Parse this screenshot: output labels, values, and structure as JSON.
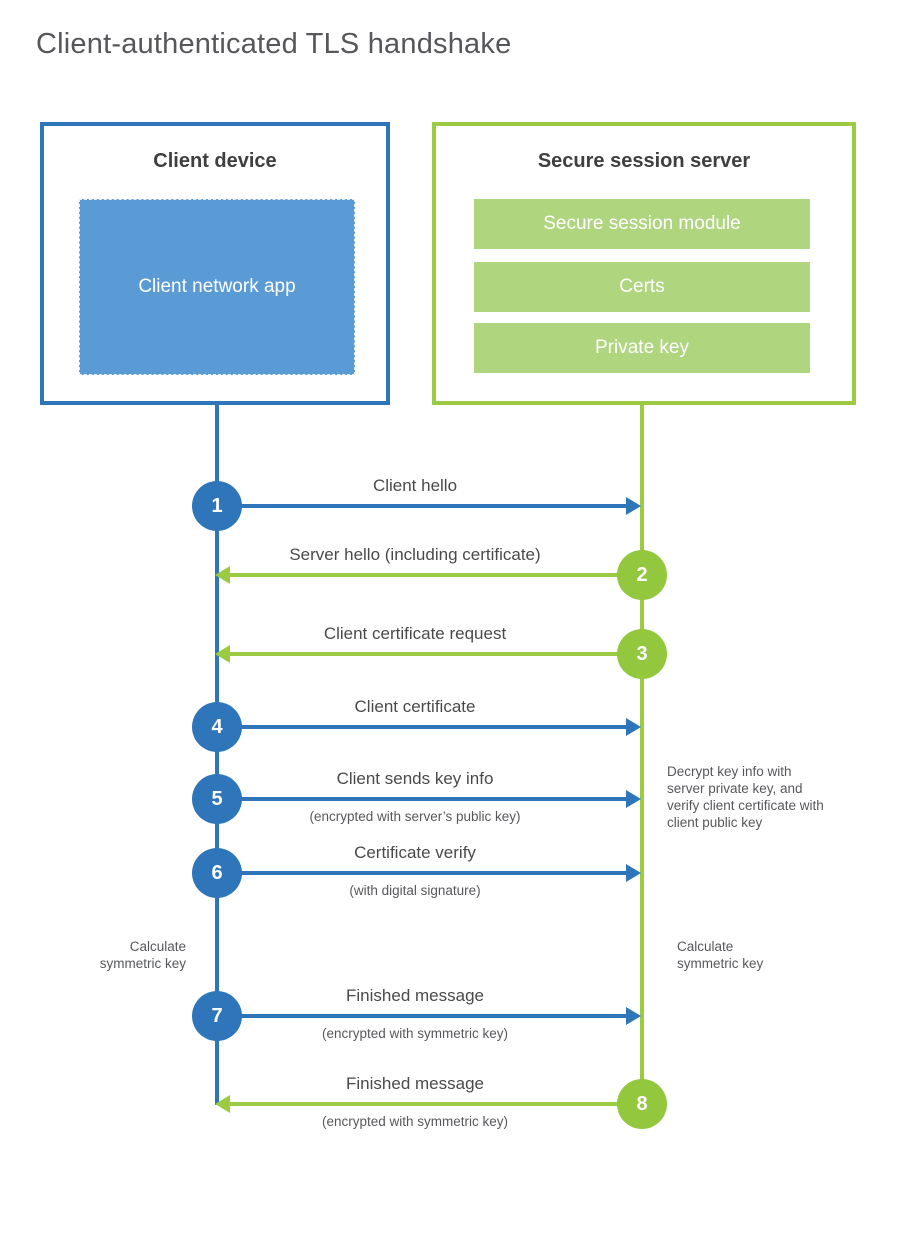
{
  "title": "Client-authenticated TLS handshake",
  "colors": {
    "blue": "#2E76B9",
    "blue_fill": "#5B9BD5",
    "green": "#9BCB43",
    "green_circle": "#92C73E",
    "green_fill": "#AFD67F"
  },
  "client": {
    "title": "Client device",
    "app_label": "Client network app"
  },
  "server": {
    "title": "Secure session server",
    "modules": [
      "Secure session module",
      "Certs",
      "Private key"
    ]
  },
  "steps": [
    {
      "num": "1",
      "dir": "right",
      "label": "Client hello",
      "sub": ""
    },
    {
      "num": "2",
      "dir": "left",
      "label": "Server hello (including certificate)",
      "sub": ""
    },
    {
      "num": "3",
      "dir": "left",
      "label": "Client certificate request",
      "sub": ""
    },
    {
      "num": "4",
      "dir": "right",
      "label": "Client certificate",
      "sub": ""
    },
    {
      "num": "5",
      "dir": "right",
      "label": "Client sends key info",
      "sub": "(encrypted with server’s public key)"
    },
    {
      "num": "6",
      "dir": "right",
      "label": "Certificate verify",
      "sub": "(with digital signature)"
    },
    {
      "num": "7",
      "dir": "right",
      "label": "Finished message",
      "sub": "(encrypted with symmetric key)"
    },
    {
      "num": "8",
      "dir": "left",
      "label": "Finished message",
      "sub": "(encrypted with symmetric key)"
    }
  ],
  "annotations": {
    "decrypt_note": "Decrypt key info with server private key, and verify client certificate with client public key",
    "calc_left": "Calculate symmetric key",
    "calc_right": "Calculate symmetric key"
  }
}
